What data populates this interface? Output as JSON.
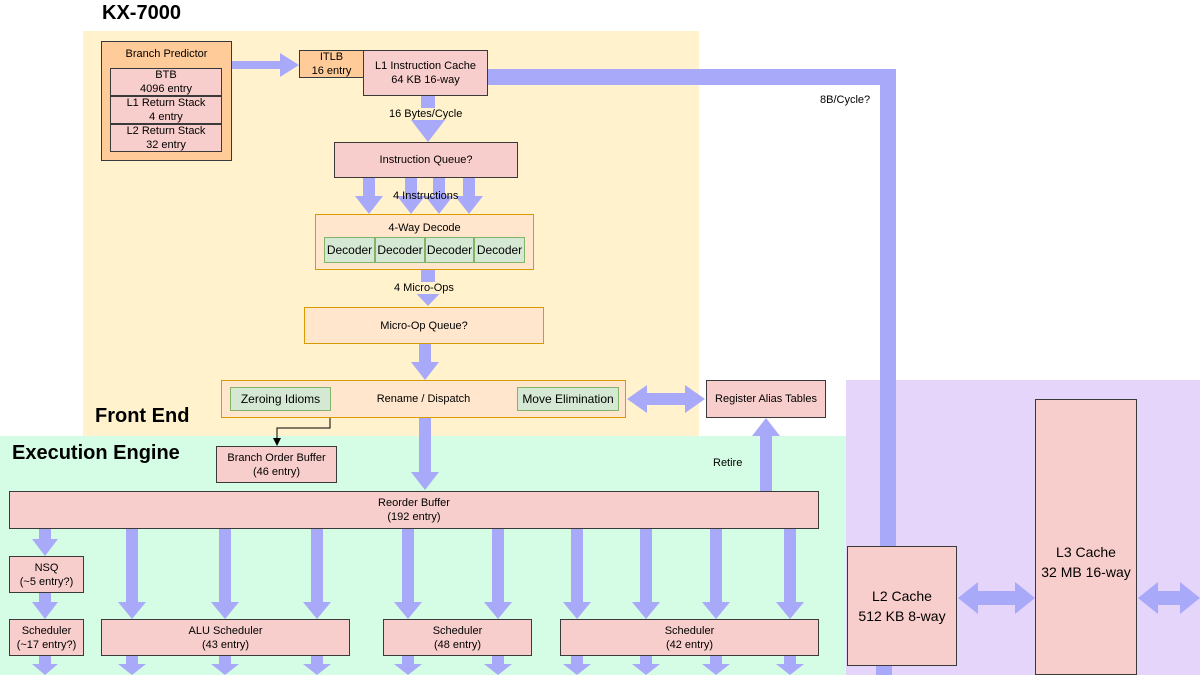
{
  "title": "KX-7000",
  "regions": {
    "front_end": "Front End",
    "execution_engine": "Execution Engine"
  },
  "branch_predictor": {
    "label": "Branch Predictor",
    "btb": {
      "line1": "BTB",
      "line2": "4096 entry"
    },
    "l1_return_stack": {
      "line1": "L1 Return Stack",
      "line2": "4 entry"
    },
    "l2_return_stack": {
      "line1": "L2 Return Stack",
      "line2": "32 entry"
    }
  },
  "itlb": {
    "line1": "ITLB",
    "line2": "16 entry"
  },
  "l1_icache": {
    "line1": "L1 Instruction Cache",
    "line2": "64 KB 16-way"
  },
  "fetch_label": "16 Bytes/Cycle",
  "l2_link_label": "8B/Cycle?",
  "instruction_queue": "Instruction Queue?",
  "instructions_label": "4 Instructions",
  "decode": {
    "label": "4-Way Decode",
    "decoders": [
      "Decoder",
      "Decoder",
      "Decoder",
      "Decoder"
    ]
  },
  "microops_label": "4 Micro-Ops",
  "microop_queue": "Micro-Op Queue?",
  "rename": {
    "label": "Rename / Dispatch",
    "zeroing": "Zeroing Idioms",
    "move_elim": "Move Elimination"
  },
  "register_alias_tables": "Register Alias Tables",
  "retire_label": "Retire",
  "branch_order_buffer": {
    "line1": "Branch Order Buffer",
    "line2": "(46 entry)"
  },
  "reorder_buffer": {
    "line1": "Reorder Buffer",
    "line2": "(192 entry)"
  },
  "nsq": {
    "line1": "NSQ",
    "line2": "(~5 entry?)"
  },
  "schedulers": {
    "mem": {
      "line1": "Scheduler",
      "line2": "(~17 entry?)"
    },
    "alu": {
      "line1": "ALU Scheduler",
      "line2": "(43 entry)"
    },
    "s48": {
      "line1": "Scheduler",
      "line2": "(48 entry)"
    },
    "s42": {
      "line1": "Scheduler",
      "line2": "(42 entry)"
    }
  },
  "l2_cache": {
    "line1": "L2 Cache",
    "line2": "512 KB 8-way"
  },
  "l3_cache": {
    "line1": "L3 Cache",
    "line2": "32 MB 16-way"
  },
  "colors": {
    "front_end_bg": "#fff2cc",
    "execution_bg": "#d5fce4",
    "memory_bg": "#e5d5fb",
    "arrow": "#a9a9fa"
  }
}
